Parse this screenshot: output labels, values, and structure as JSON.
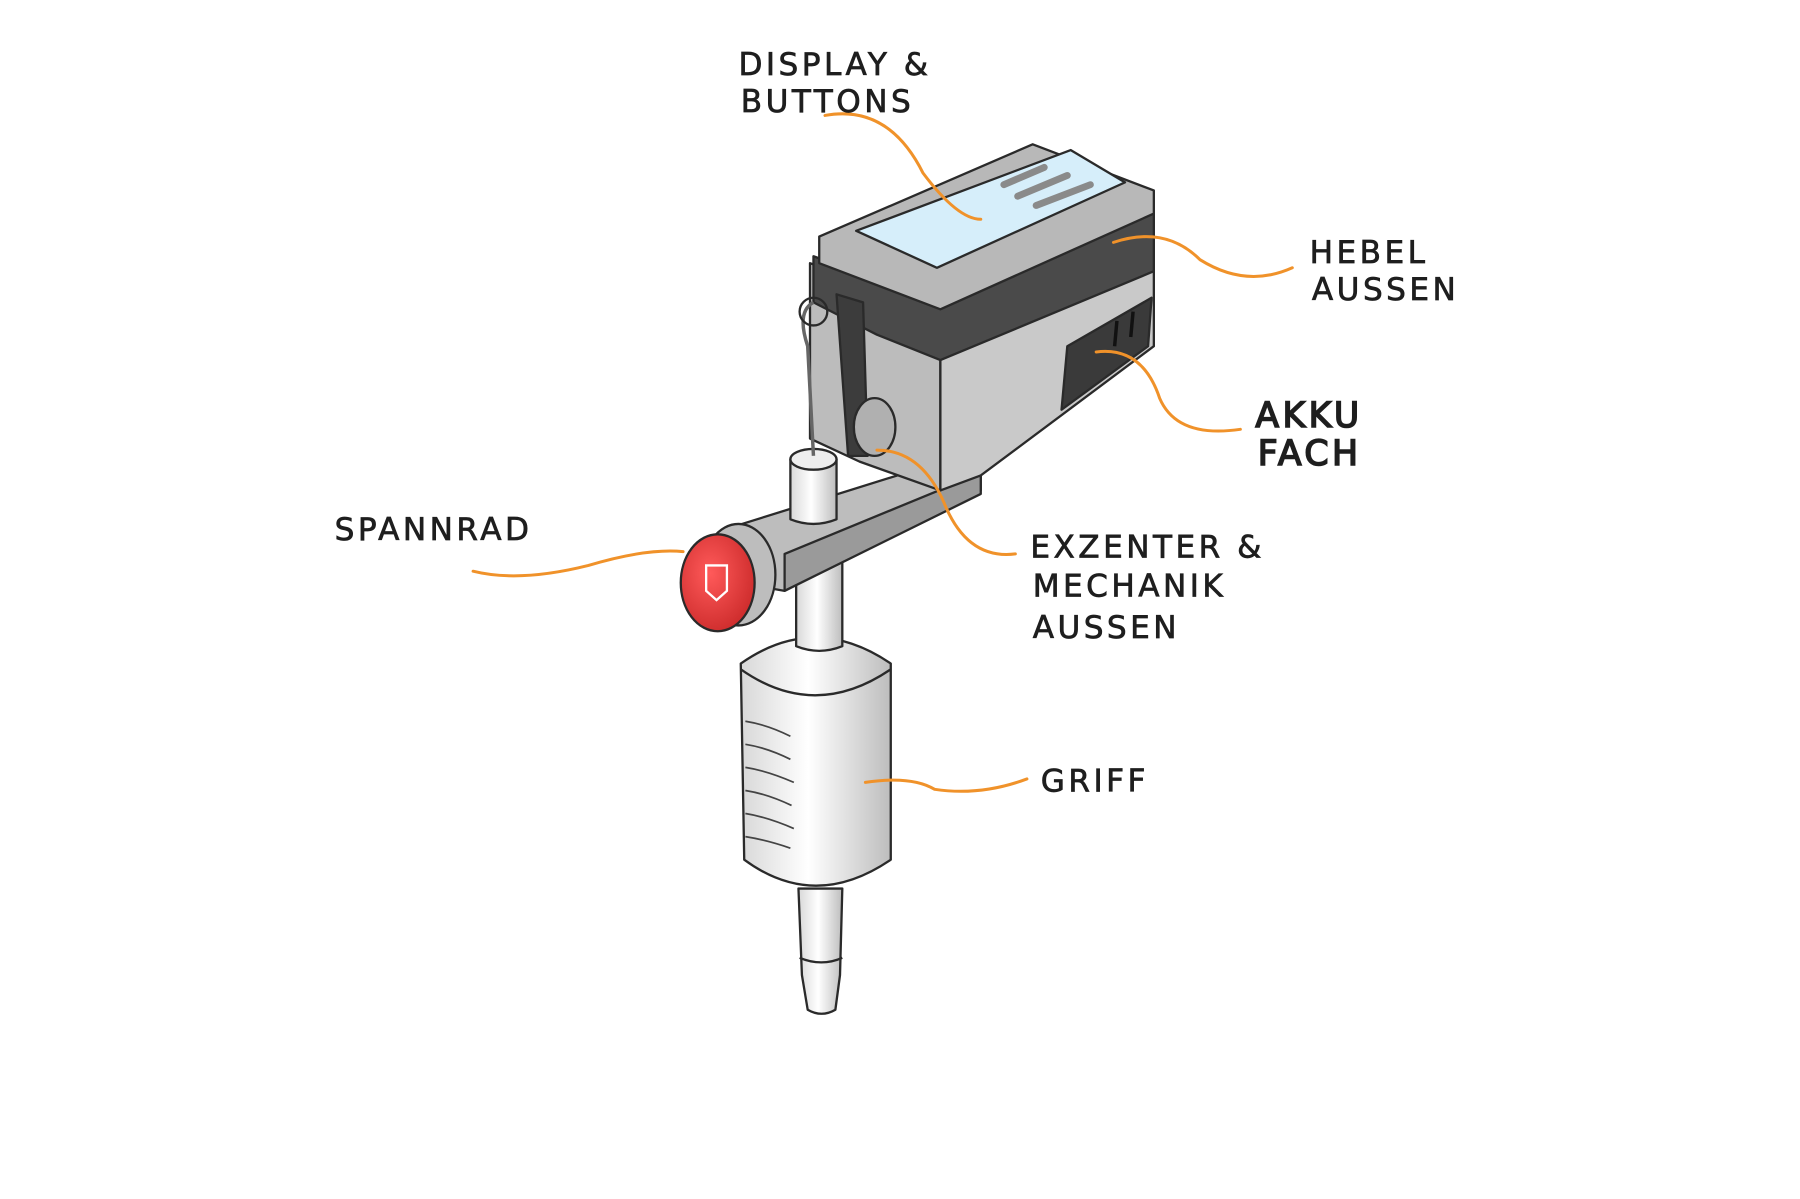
{
  "labels": {
    "display": [
      "DISPLAY &",
      "BUTTONS"
    ],
    "hebel": [
      "HEBEL",
      "AUSSEN"
    ],
    "akku": [
      "AKKU",
      "FACH"
    ],
    "exzenter": [
      "EXZENTER &",
      "MECHANIK",
      "AUSSEN"
    ],
    "spannrad": "SPANNRAD",
    "griff": "GRIFF"
  },
  "colors": {
    "leader": "#f0922a",
    "knob": "#e83a3a",
    "display": "#d6eefa",
    "body_light": "#c9c9c9",
    "body_dark": "#4a4a4a"
  }
}
